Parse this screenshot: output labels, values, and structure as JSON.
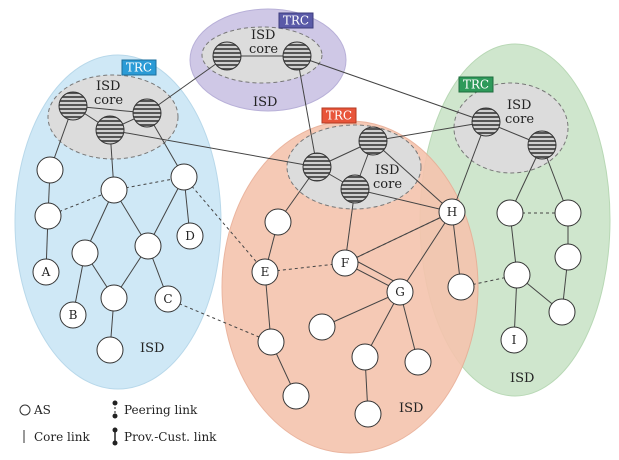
{
  "colors": {
    "isd_blue": "#cfe8f6",
    "isd_purple": "#cfc8e6",
    "isd_orange": "#f8cdbc",
    "isd_green": "#cfe6cd",
    "core_fill": "#dcdcdc",
    "trc_blue": "#2b9bd6",
    "trc_purple": "#5a5aa8",
    "trc_orange": "#e8553a",
    "trc_green": "#2e9a5a",
    "line": "#444444"
  },
  "isds": [
    {
      "id": "left",
      "label": "ISD",
      "core_label": [
        "ISD",
        "core"
      ],
      "trc_label": "TRC"
    },
    {
      "id": "top",
      "label": "ISD",
      "core_label": [
        "ISD",
        "core"
      ],
      "trc_label": "TRC"
    },
    {
      "id": "center",
      "label": "ISD",
      "core_label": [
        "ISD",
        "core"
      ],
      "trc_label": "TRC"
    },
    {
      "id": "right",
      "label": "ISD",
      "core_label": [
        "ISD",
        "core"
      ],
      "trc_label": "TRC"
    }
  ],
  "node_labels": {
    "A": "A",
    "B": "B",
    "C": "C",
    "D": "D",
    "E": "E",
    "F": "F",
    "G": "G",
    "H": "H",
    "I": "I"
  },
  "legend": {
    "as": "AS",
    "core_link": "Core link",
    "peering_link": "Peering link",
    "prov_cust_link": "Prov.-Cust. link"
  }
}
